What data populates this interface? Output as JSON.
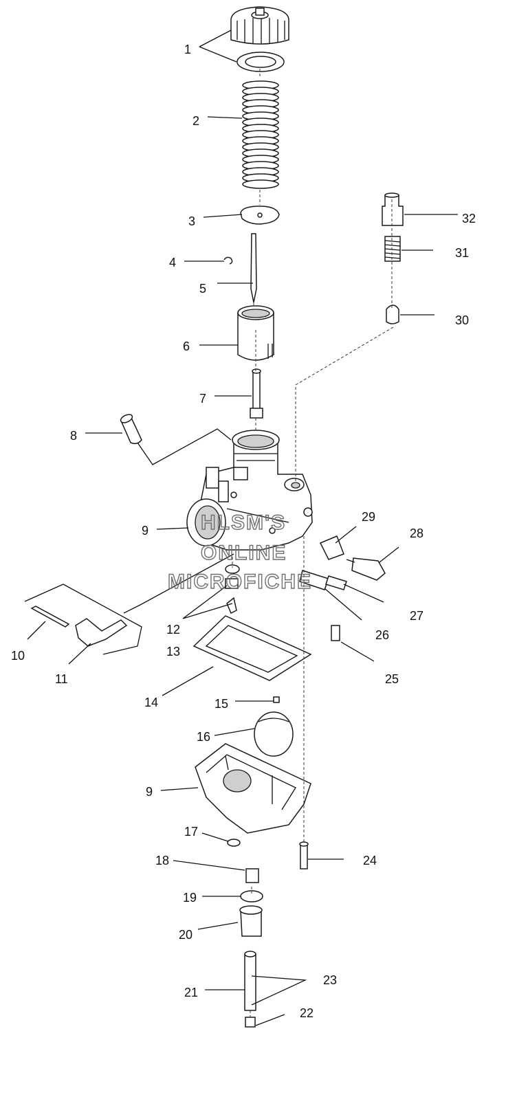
{
  "watermark": {
    "line1": "HLSM'S",
    "line2": "ONLINE",
    "line3": "MICROFICHE"
  },
  "callouts": {
    "c1": "1",
    "c2": "2",
    "c3": "3",
    "c4": "4",
    "c5": "5",
    "c6": "6",
    "c7": "7",
    "c8": "8",
    "c9a": "9",
    "c9b": "9",
    "c10": "10",
    "c11": "11",
    "c12": "12",
    "c13": "13",
    "c14": "14",
    "c15": "15",
    "c16": "16",
    "c17": "17",
    "c18": "18",
    "c19": "19",
    "c20": "20",
    "c21": "21",
    "c22": "22",
    "c23": "23",
    "c24": "24",
    "c25": "25",
    "c26": "26",
    "c27": "27",
    "c28": "28",
    "c29": "29",
    "c30": "30",
    "c31": "31",
    "c32": "32"
  }
}
